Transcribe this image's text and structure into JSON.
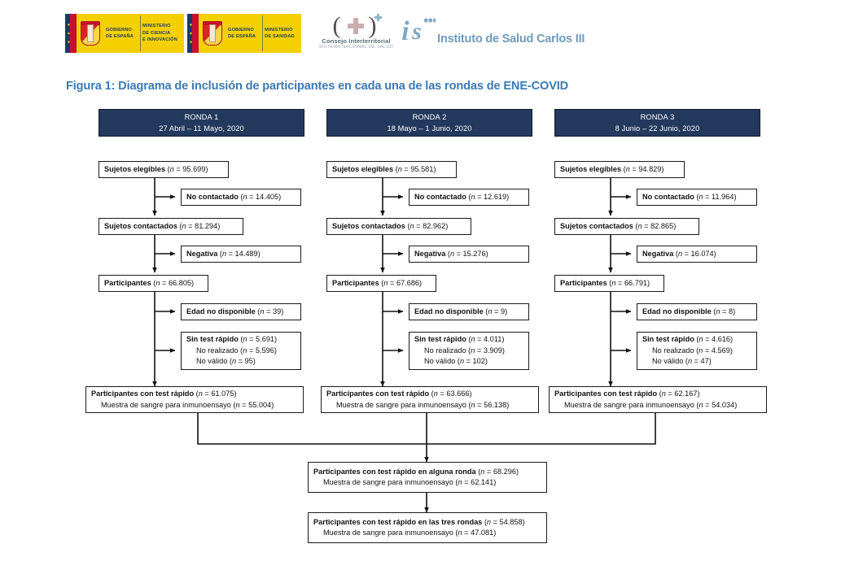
{
  "header": {
    "gov_logo_1": {
      "line1": "GOBIERNO",
      "line2": "DE ESPAÑA",
      "ministry1": "MINISTERIO",
      "ministry2": "DE CIENCIA",
      "ministry3": "E INNOVACIÓN"
    },
    "gov_logo_2": {
      "line1": "GOBIERNO",
      "line2": "DE ESPAÑA",
      "ministry1": "MINISTERIO",
      "ministry2": "DE SANIDAD",
      "ministry3": ""
    },
    "cisns": {
      "title": "Consejo Interterritorial",
      "subtitle": "SISTEMA NACIONAL DE SALUD"
    },
    "isciii": {
      "name": "Instituto de Salud Carlos III"
    }
  },
  "figure": {
    "title": "Figura 1: Diagrama de inclusión de participantes en cada una de las rondas de ENE-COVID",
    "title_color": "#3b7ab5",
    "header_bg": "#23395e"
  },
  "columns": [
    {
      "head": {
        "name": "RONDA 1",
        "dates": "27 Abril – 11 Mayo, 2020"
      },
      "eligible": {
        "label": "Sujetos elegibles",
        "n": "95.699"
      },
      "not_contacted": {
        "label": "No contactado",
        "n": "14.405"
      },
      "contacted": {
        "label": "Sujetos contactados",
        "n": "81.294"
      },
      "refusal": {
        "label": "Negativa",
        "n": "14.489"
      },
      "participants": {
        "label": "Participantes",
        "n": "66.805"
      },
      "no_age": {
        "label": "Edad no disponible",
        "n": "39"
      },
      "no_test": {
        "label": "Sin test rápido",
        "n": "5.691",
        "sub1": "No realizado",
        "sub1_n": "5.596",
        "sub2": "No válido",
        "sub2_n": "95"
      },
      "with_test": {
        "label": "Participantes con test rápido",
        "n": "61.075",
        "sub": "Muestra de sangre para inmunoensayo",
        "sub_n": "55.004"
      }
    },
    {
      "head": {
        "name": "RONDA 2",
        "dates": "18 Mayo – 1 Junio, 2020"
      },
      "eligible": {
        "label": "Sujetos elegibles",
        "n": "95.581"
      },
      "not_contacted": {
        "label": "No contactado",
        "n": "12.619"
      },
      "contacted": {
        "label": "Sujetos contactados",
        "n": "82.962"
      },
      "refusal": {
        "label": "Negativa",
        "n": "15.276"
      },
      "participants": {
        "label": "Participantes",
        "n": "67.686"
      },
      "no_age": {
        "label": "Edad no disponible",
        "n": "9"
      },
      "no_test": {
        "label": "Sin test rápido",
        "n": "4.011",
        "sub1": "No realizado",
        "sub1_n": "3.909",
        "sub2": "No válido",
        "sub2_n": "102"
      },
      "with_test": {
        "label": "Participantes con test rápido",
        "n": "63.666",
        "sub": "Muestra de sangre para inmunoensayo",
        "sub_n": "56.138"
      }
    },
    {
      "head": {
        "name": "RONDA 3",
        "dates": "8 Junio – 22 Junio, 2020"
      },
      "eligible": {
        "label": "Sujetos elegibles",
        "n": "94.829"
      },
      "not_contacted": {
        "label": "No contactado",
        "n": "11.964"
      },
      "contacted": {
        "label": "Sujetos contactados",
        "n": "82.865"
      },
      "refusal": {
        "label": "Negativa",
        "n": "16.074"
      },
      "participants": {
        "label": "Participantes",
        "n": "66.791"
      },
      "no_age": {
        "label": "Edad no disponible",
        "n": "8"
      },
      "no_test": {
        "label": "Sin test rápido",
        "n": "4.616",
        "sub1": "No realizado",
        "sub1_n": "4.569",
        "sub2": "No válido",
        "sub2_n": "47"
      },
      "with_test": {
        "label": "Participantes con test rápido",
        "n": "62.167",
        "sub": "Muestra de sangre para inmunoensayo",
        "sub_n": "54.034"
      }
    }
  ],
  "summary": {
    "any_round": {
      "label": "Participantes con test rápido en alguna ronda",
      "n": "68.296",
      "sub": "Muestra de sangre para inmunoensayo",
      "sub_n": "62.141"
    },
    "three_rounds": {
      "label": "Participantes con test rápido en las tres rondas",
      "n": "54.858",
      "sub": "Muestra de sangre para inmunoensayo",
      "sub_n": "47.081"
    }
  },
  "chart_data": {
    "type": "diagram",
    "title": "Figura 1: Diagrama de inclusión de participantes en cada una de las rondas de ENE-COVID",
    "rounds": [
      {
        "round": "RONDA 1",
        "dates": "27 Abril – 11 Mayo, 2020",
        "eligible": 95699,
        "not_contacted": 14405,
        "contacted": 81294,
        "refusal": 14489,
        "participants": 66805,
        "age_unavailable": 39,
        "no_rapid_test": 5691,
        "not_performed": 5596,
        "not_valid": 95,
        "with_rapid_test": 61075,
        "blood_sample": 55004
      },
      {
        "round": "RONDA 2",
        "dates": "18 Mayo – 1 Junio, 2020",
        "eligible": 95581,
        "not_contacted": 12619,
        "contacted": 82962,
        "refusal": 15276,
        "participants": 67686,
        "age_unavailable": 9,
        "no_rapid_test": 4011,
        "not_performed": 3909,
        "not_valid": 102,
        "with_rapid_test": 63666,
        "blood_sample": 56138
      },
      {
        "round": "RONDA 3",
        "dates": "8 Junio – 22 Junio, 2020",
        "eligible": 94829,
        "not_contacted": 11964,
        "contacted": 82865,
        "refusal": 16074,
        "participants": 66791,
        "age_unavailable": 8,
        "no_rapid_test": 4616,
        "not_performed": 4569,
        "not_valid": 47,
        "with_rapid_test": 62167,
        "blood_sample": 54034
      }
    ],
    "pooled": {
      "any_round_with_rapid_test": 68296,
      "any_round_blood_sample": 62141,
      "all_three_rounds_with_rapid_test": 54858,
      "all_three_rounds_blood_sample": 47081
    }
  }
}
